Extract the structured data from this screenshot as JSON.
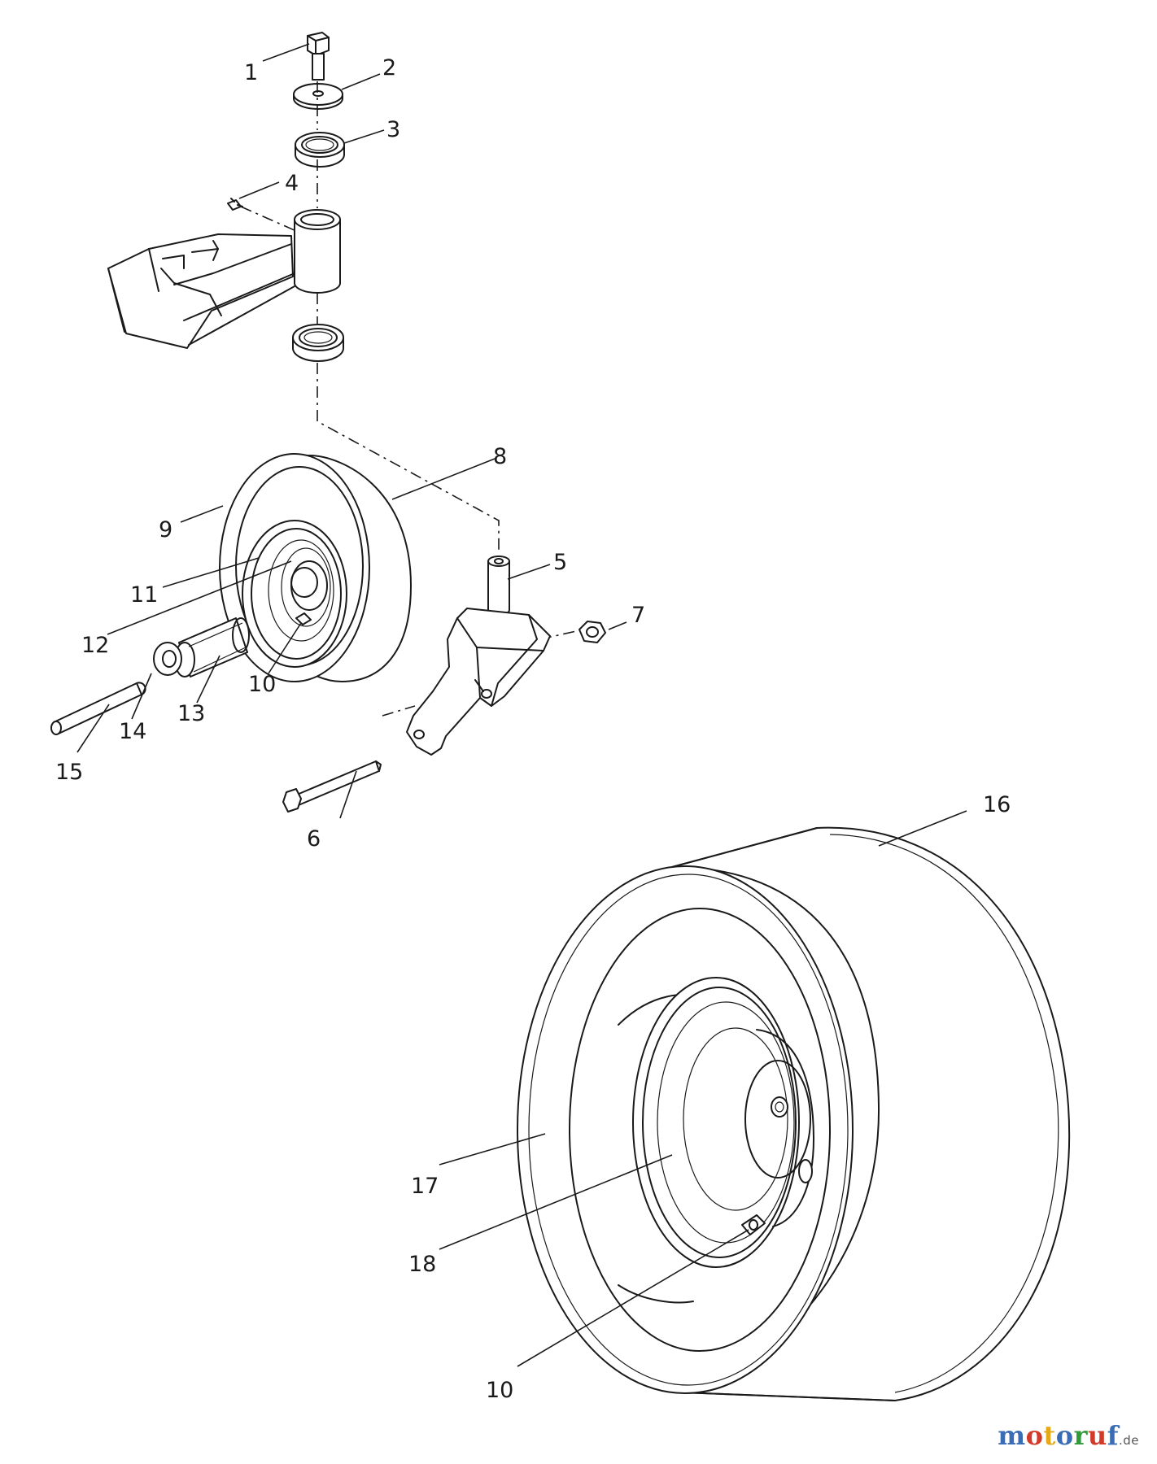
{
  "callouts": [
    "1",
    "2",
    "3",
    "4",
    "5",
    "6",
    "7",
    "8",
    "9",
    "10",
    "11",
    "12",
    "13",
    "14",
    "15",
    "16",
    "17",
    "18",
    "10"
  ],
  "watermark": {
    "letters": [
      "m",
      "o",
      "t",
      "o",
      "r",
      "u",
      "f"
    ],
    "colors": [
      "#3a6db5",
      "#d23a2a",
      "#e6a817",
      "#3a6db5",
      "#2f9a3a",
      "#d23a2a",
      "#3a6db5"
    ],
    "suffix": ".de"
  }
}
